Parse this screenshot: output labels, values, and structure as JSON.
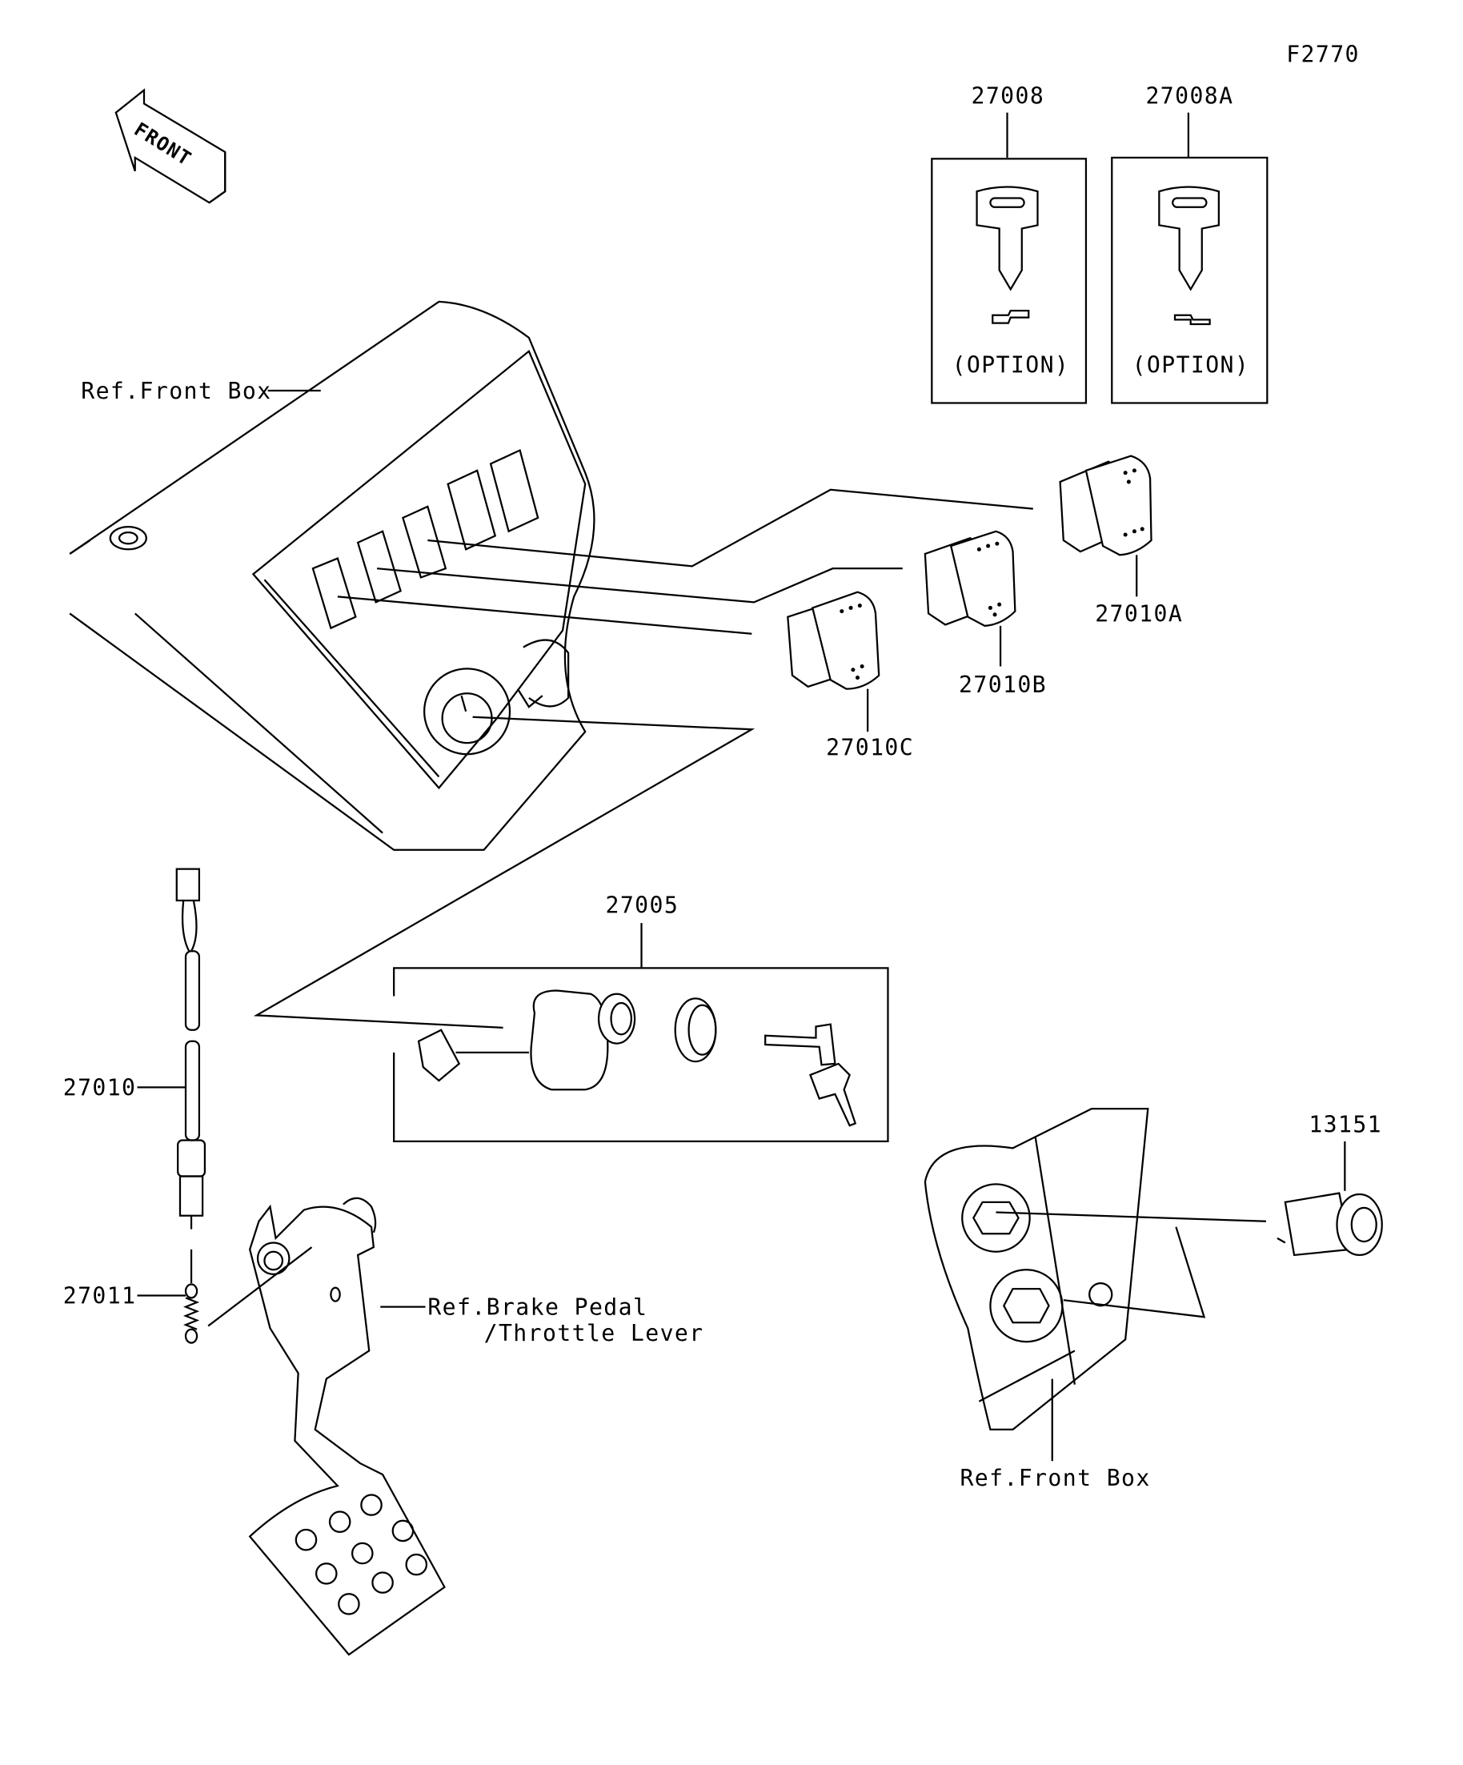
{
  "figure_code": "F2770",
  "front_arrow": {
    "label": "FRONT"
  },
  "parts": {
    "p27008": {
      "number": "27008",
      "note": "(OPTION)"
    },
    "p27008A": {
      "number": "27008A",
      "note": "(OPTION)"
    },
    "p27010A": {
      "number": "27010A"
    },
    "p27010B": {
      "number": "27010B"
    },
    "p27010C": {
      "number": "27010C"
    },
    "p27005": {
      "number": "27005"
    },
    "p27010": {
      "number": "27010"
    },
    "p27011": {
      "number": "27011"
    },
    "p13151": {
      "number": "13151"
    }
  },
  "references": {
    "front_box_top": "Ref.Front Box",
    "brake_pedal_line1": "Ref.Brake Pedal",
    "brake_pedal_line2": "/Throttle Lever",
    "front_box_bottom": "Ref.Front Box"
  }
}
